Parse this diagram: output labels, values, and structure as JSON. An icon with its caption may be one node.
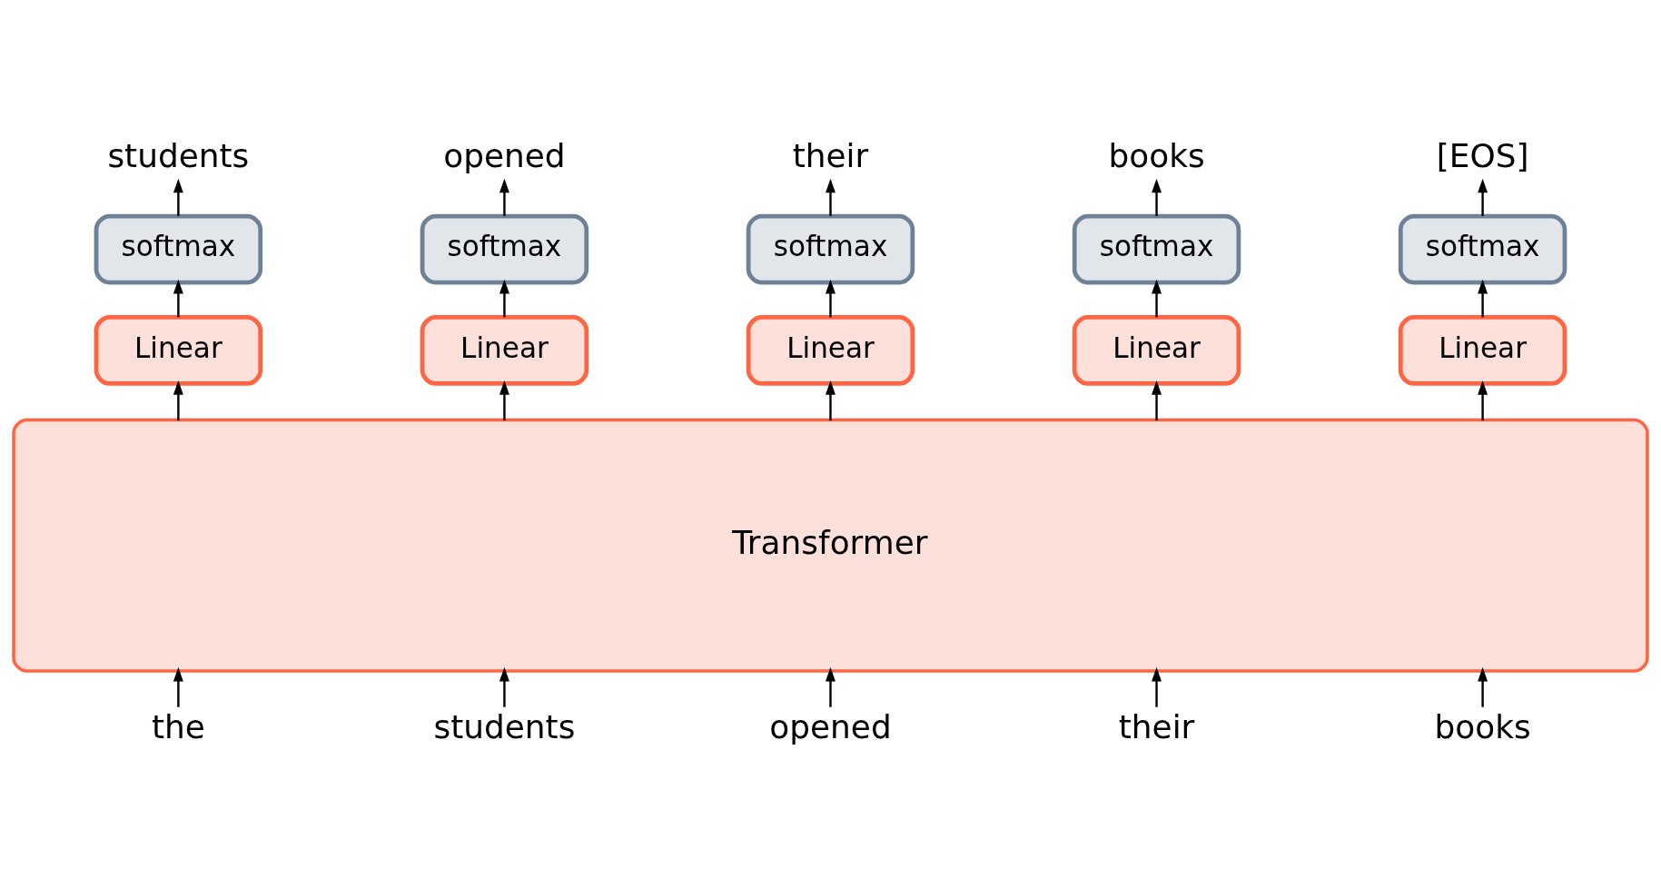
{
  "diagram": {
    "nodes": [
      {
        "text": [
          "students"
        ]
      },
      {
        "text": [
          "opened"
        ]
      },
      {
        "text": [
          "their"
        ]
      },
      {
        "text": [
          "books"
        ]
      },
      {
        "text": [
          "[EOS]"
        ]
      },
      {
        "text": [
          "softmax"
        ]
      },
      {
        "text": [
          "softmax"
        ]
      },
      {
        "text": [
          "softmax"
        ]
      },
      {
        "text": [
          "softmax"
        ]
      },
      {
        "text": [
          "softmax"
        ]
      },
      {
        "text": [
          "Linear"
        ]
      },
      {
        "text": [
          "Linear"
        ]
      },
      {
        "text": [
          "Linear"
        ]
      },
      {
        "text": [
          "Linear"
        ]
      },
      {
        "text": [
          "Linear"
        ]
      },
      {
        "text": [
          "Transformer"
        ]
      },
      {
        "text": [
          "the"
        ]
      },
      {
        "text": [
          "students"
        ]
      },
      {
        "text": [
          "opened"
        ]
      },
      {
        "text": [
          "their"
        ]
      },
      {
        "text": [
          "books"
        ]
      }
    ],
    "edges": [
      {
        "from": 16,
        "to": 15,
        "arrow": "to"
      },
      {
        "from": 17,
        "to": 15,
        "arrow": "to"
      },
      {
        "from": 18,
        "to": 15,
        "arrow": "to"
      },
      {
        "from": 19,
        "to": 15,
        "arrow": "to"
      },
      {
        "from": 20,
        "to": 15,
        "arrow": "to"
      },
      {
        "from": 15,
        "to": 10,
        "arrow": "to"
      },
      {
        "from": 15,
        "to": 11,
        "arrow": "to"
      },
      {
        "from": 15,
        "to": 12,
        "arrow": "to"
      },
      {
        "from": 15,
        "to": 13,
        "arrow": "to"
      },
      {
        "from": 15,
        "to": 14,
        "arrow": "to"
      },
      {
        "from": 10,
        "to": 5,
        "arrow": "to"
      },
      {
        "from": 11,
        "to": 6,
        "arrow": "to"
      },
      {
        "from": 12,
        "to": 7,
        "arrow": "to"
      },
      {
        "from": 13,
        "to": 8,
        "arrow": "to"
      },
      {
        "from": 14,
        "to": 9,
        "arrow": "to"
      },
      {
        "from": 5,
        "to": 0,
        "arrow": "to"
      },
      {
        "from": 6,
        "to": 1,
        "arrow": "to"
      },
      {
        "from": 7,
        "to": 2,
        "arrow": "to"
      },
      {
        "from": 8,
        "to": 3,
        "arrow": "to"
      },
      {
        "from": 9,
        "to": 4,
        "arrow": "to"
      }
    ]
  }
}
